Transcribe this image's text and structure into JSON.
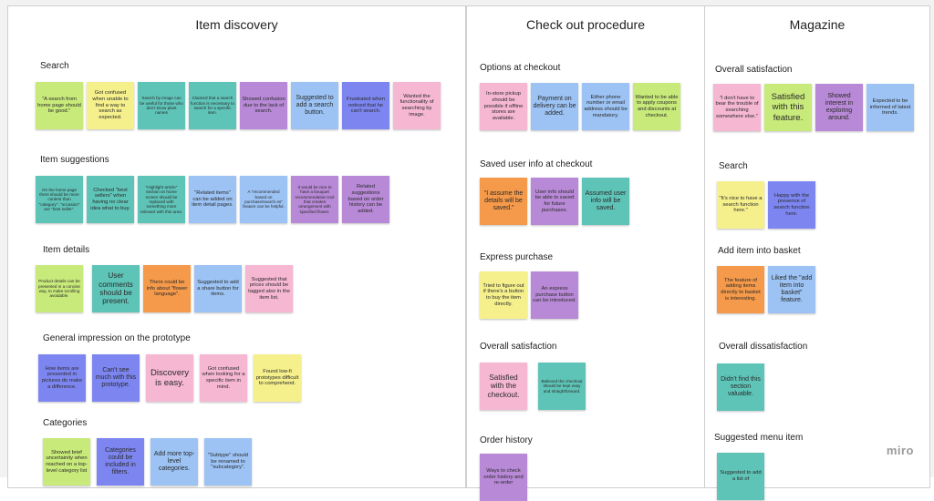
{
  "colors": {
    "yellow": "#f5f08c",
    "blue": "#9cc3f4",
    "teal": "#5fc4b8",
    "purple": "#b889d6",
    "indigo": "#7d86f0",
    "pink": "#f6b7d3",
    "green": "#c8ea7a",
    "orange": "#f59a4a"
  },
  "panels": {
    "discovery": {
      "title": "Item discovery",
      "search": {
        "label": "Search",
        "notes": [
          "\"A search from home page should be good.\"",
          "Got confused when unable to find a way to search as expected.",
          "Search by image can be useful for those who don't know plant names",
          "Claimed that a search function is necessary to search for a specific item.",
          "Showed confusion due to the lack of search.",
          "Suggested to add a search button.",
          "Frustrated when noticed that he can't search.",
          "Wanted the functionality of searching by image."
        ]
      },
      "suggestions": {
        "label": "Item suggestions",
        "notes": [
          "On the home page there should be more content than \"category\". \"occasion\" are \"best seller\".",
          "Checked \"best sellers\" when having no clear idea what to buy.",
          "\"Highlight article\" section on home screen should be replaced with something more relevant with this area.",
          "\"Related items\" can be added on item detail pages.",
          "A \"recommended based on purchase/search es\" feature can be helpful.",
          "It would be nice to have a bouquet recommendation tool that creates arrangement with specified flower.",
          "Related suggestions based on order history can be added."
        ]
      },
      "details": {
        "label": "Item details",
        "notes": [
          "Product details can be presented in a concise way, to make scrolling avoidable.",
          "User comments should be present.",
          "There could be info about \"flower language\".",
          "Suggested to add a share button for items.",
          "Suggested that prices should be tagged also in the item list."
        ]
      },
      "impression": {
        "label": "General impression on the prototype",
        "notes": [
          "How items are presented in pictures do make a difference.",
          "Can't see much with this prototype.",
          "Discovery is easy.",
          "Got confused when looking for a specific item in mind.",
          "Found low-fi prototypes difficult to comprehend."
        ]
      },
      "categories": {
        "label": "Categories",
        "notes": [
          "Showed brief uncertainity when reached on a top-level category list",
          "Categories could be included in filters.",
          "Add more top-level categories.",
          "\"Subtype\" should be renamed to \"subcategory\"."
        ]
      }
    },
    "checkout": {
      "title": "Check out procedure",
      "options": {
        "label": "Options at checkout",
        "notes": [
          "In-store pickup should be possible if offline stores are available.",
          "Payment on delivery can be added.",
          "Either phone number or email address should be mandatory.",
          "Wanted to be able to apply coupons and discounts at checkout."
        ]
      },
      "saved": {
        "label": "Saved user info at checkout",
        "notes": [
          "\"I assume the details will be saved.\"",
          "User info should be able to saved for future purchases.",
          "Assumed user info will be saved."
        ]
      },
      "express": {
        "label": "Express purchase",
        "notes": [
          "Tried to figure out if there's a button to buy the item directly.",
          "An express purchase button can be introduced."
        ]
      },
      "satisfaction": {
        "label": "Overall satisfaction",
        "notes": [
          "Satisfied with the checkout.",
          "Believed the checkout should be kept easy and straightforward."
        ]
      },
      "history": {
        "label": "Order history",
        "notes": [
          "Ways to check order history and re-order"
        ]
      }
    },
    "magazine": {
      "title": "Magazine",
      "satisfaction": {
        "label": "Overall satisfaction",
        "notes": [
          "\"I don't have to bear the trouble of searching somewhere else.\"",
          "Satisfied with this feature.",
          "Showed interest in exploring around.",
          "Expected to be informed of latest trends."
        ]
      },
      "search": {
        "label": "Search",
        "notes": [
          "\"It's nice to have a search function here.\"",
          "Happy with the presence of search function here."
        ]
      },
      "basket": {
        "label": "Add item into basket",
        "notes": [
          "The feature of adding items directly to basket is interesting.",
          "Liked the \"add item into basket\" feature."
        ]
      },
      "dissatisfaction": {
        "label": "Overall dissatisfaction",
        "notes": [
          "Didn't find this section valuable."
        ]
      },
      "menu": {
        "label": "Suggested menu item",
        "notes": [
          "Suggested to add a list of"
        ]
      }
    }
  },
  "logo": "miro"
}
